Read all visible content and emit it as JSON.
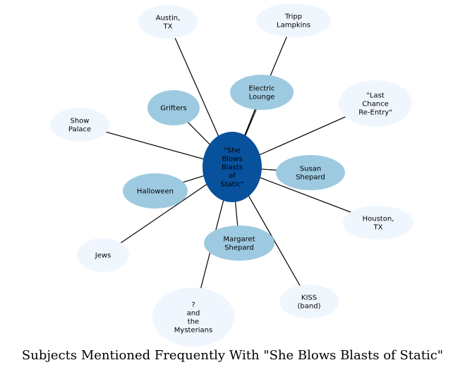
{
  "caption": "Subjects Mentioned Frequently With \"She Blows Blasts of Static\"",
  "colors": {
    "center": "#08519c",
    "near": "#9ecae1",
    "far": "#f0f6fd",
    "edge": "#000000"
  },
  "center": {
    "lines": [
      "\"She",
      "Blows",
      "Blasts",
      "of",
      "Static\""
    ]
  },
  "nodes": [
    {
      "id": "austin",
      "lines": [
        "Austin,",
        "TX"
      ],
      "tier": "far"
    },
    {
      "id": "tripp",
      "lines": [
        "Tripp",
        "Lampkins"
      ],
      "tier": "far"
    },
    {
      "id": "electric",
      "lines": [
        "Electric",
        "Lounge"
      ],
      "tier": "near"
    },
    {
      "id": "grifters",
      "lines": [
        "Grifters"
      ],
      "tier": "near"
    },
    {
      "id": "lastchance",
      "lines": [
        "\"Last",
        "Chance",
        "Re-Entry\""
      ],
      "tier": "far"
    },
    {
      "id": "showpalace",
      "lines": [
        "Show",
        "Palace"
      ],
      "tier": "far"
    },
    {
      "id": "susan",
      "lines": [
        "Susan",
        "Shepard"
      ],
      "tier": "near"
    },
    {
      "id": "halloween",
      "lines": [
        "Halloween"
      ],
      "tier": "near"
    },
    {
      "id": "houston",
      "lines": [
        "Houston,",
        "TX"
      ],
      "tier": "far"
    },
    {
      "id": "margaret",
      "lines": [
        "Margaret",
        "Shepard"
      ],
      "tier": "near"
    },
    {
      "id": "jews",
      "lines": [
        "Jews"
      ],
      "tier": "far"
    },
    {
      "id": "kiss",
      "lines": [
        "KISS",
        "(band)"
      ],
      "tier": "far"
    },
    {
      "id": "mysterians",
      "lines": [
        "?",
        "and",
        "the",
        "Mysterians"
      ],
      "tier": "far"
    }
  ]
}
